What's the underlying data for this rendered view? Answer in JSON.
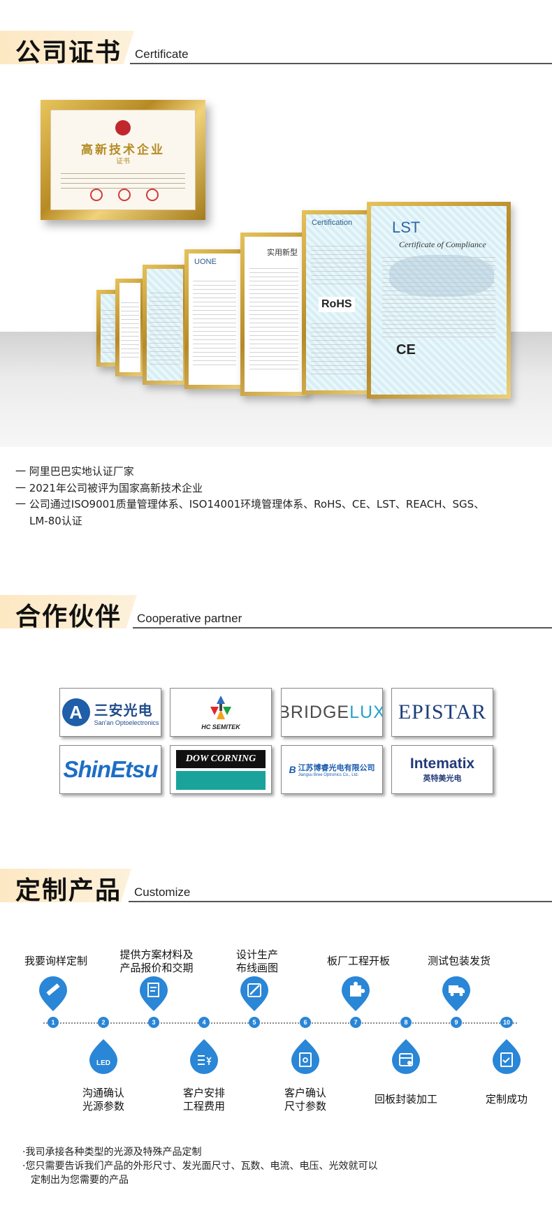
{
  "sections": {
    "certificate": {
      "zh": "公司证书",
      "en": "Certificate"
    },
    "partner": {
      "zh": "合作伙伴",
      "en": "Cooperative partner"
    },
    "customize": {
      "zh": "定制产品",
      "en": "Customize"
    }
  },
  "cert_images": {
    "big_title": "高新技术企业",
    "big_sub": "证书",
    "lst": "LST",
    "coc": "Certificate of Compliance",
    "ce": "CE",
    "rohs": "RoHS",
    "cert_head": "Certification",
    "utility": "实用新型",
    "uone": "UONE"
  },
  "bullets": [
    "一 阿里巴巴实地认证厂家",
    "一 2021年公司被评为国家高新技术企业",
    "一 公司通过ISO9001质量管理体系、ISO14001环境管理体系、RoHS、CE、LST、REACH、SGS、",
    "LM-80认证"
  ],
  "partners": {
    "sanan": {
      "zh": "三安光电",
      "en": "San'an Optoelectronics",
      "mark": "A"
    },
    "hc": {
      "en": "HC SEMITEK"
    },
    "bridgelux": {
      "a": "BRIDGE",
      "b": "LUX"
    },
    "epistar": {
      "name": "EPISTAR"
    },
    "shinetsu": {
      "name": "ShinEtsu"
    },
    "dow": {
      "name": "DOW CORNING"
    },
    "jsbr": {
      "mark": "B",
      "zh": "江苏博睿光电有限公司",
      "en": "Jiangsu Bree Optronics Co., Ltd."
    },
    "intematix": {
      "name": "Intematix",
      "zh": "英特美光电"
    }
  },
  "process": {
    "top": [
      {
        "line1": "我要询样定制",
        "line2": ""
      },
      {
        "line1": "提供方案材料及",
        "line2": "产品报价和交期"
      },
      {
        "line1": "设计生产",
        "line2": "布线画图"
      },
      {
        "line1": "板厂工程开板",
        "line2": ""
      },
      {
        "line1": "测试包装发货",
        "line2": ""
      }
    ],
    "bottom": [
      {
        "line1": "沟通确认",
        "line2": "光源参数"
      },
      {
        "line1": "客户安排",
        "line2": "工程费用"
      },
      {
        "line1": "客户确认",
        "line2": "尺寸参数"
      },
      {
        "line1": "回板封装加工",
        "line2": ""
      },
      {
        "line1": "定制成功",
        "line2": ""
      }
    ],
    "numbers": [
      "1",
      "2",
      "3",
      "4",
      "5",
      "6",
      "7",
      "8",
      "9",
      "10"
    ],
    "led_text": "LED",
    "colors": {
      "accent": "#2a86d6",
      "header_tab": "#fde8c3"
    }
  },
  "notes": [
    "·我司承接各种类型的光源及特殊产品定制",
    "·您只需要告诉我们产品的外形尺寸、发光面尺寸、瓦数、电流、电压、光效就可以",
    "定制出为您需要的产品"
  ]
}
